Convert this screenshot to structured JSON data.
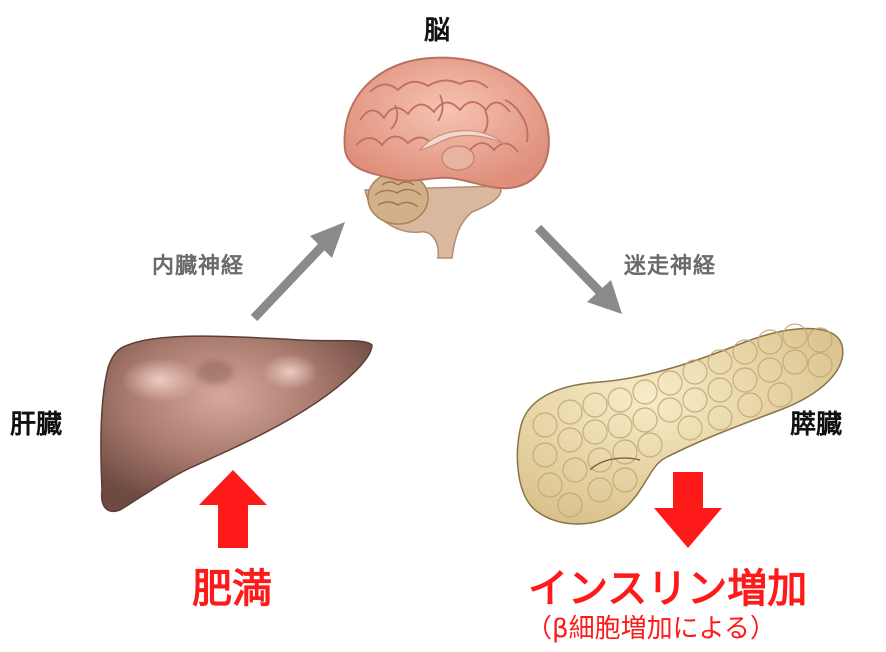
{
  "labels": {
    "brain": "脳",
    "liver": "肝臓",
    "pancreas": "膵臓",
    "nerve_left": "内臓神経",
    "nerve_right": "迷走神経",
    "obesity": "肥満",
    "insulin": "インスリン増加",
    "insulin_note": "（β細胞増加による）"
  },
  "colors": {
    "gray_arrow": "#8a8a8a",
    "red": "#ff1a1a",
    "brain": "#e9a08c",
    "liver": "#9a6f63",
    "pancreas": "#e8d7a6"
  },
  "icons": {
    "brain": "brain-illustration",
    "liver": "liver-illustration",
    "pancreas": "pancreas-illustration",
    "up_arrow": "red-up-arrow",
    "down_arrow": "red-down-arrow"
  }
}
